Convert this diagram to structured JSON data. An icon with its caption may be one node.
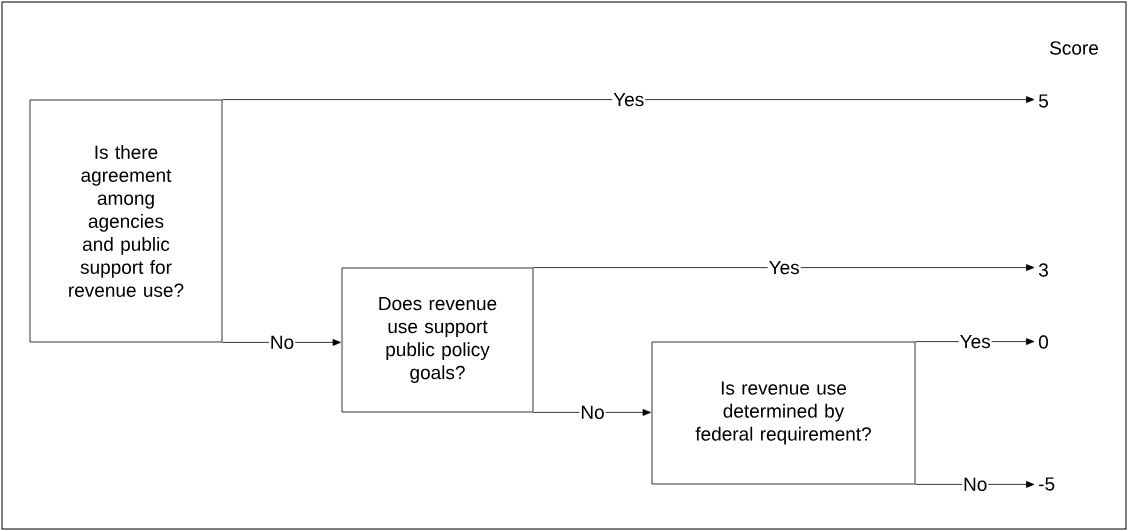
{
  "diagram": {
    "nodes": [
      {
        "text": [
          "Is there agreement among agencies and public support for revenue use?"
        ]
      },
      {
        "text": [
          "Does revenue use support public policy goals?"
        ]
      },
      {
        "text": [
          "Is revenue use determined by federal requirement?"
        ]
      },
      {
        "text": [
          "5"
        ]
      },
      {
        "text": [
          "3"
        ]
      },
      {
        "text": [
          "0"
        ]
      },
      {
        "text": [
          "-5"
        ]
      }
    ],
    "edges": [
      {
        "from": 0,
        "to": 3,
        "arrow": "to",
        "label": "Yes"
      },
      {
        "from": 0,
        "to": 1,
        "arrow": "to",
        "label": "No"
      },
      {
        "from": 1,
        "to": 4,
        "arrow": "to",
        "label": "Yes"
      },
      {
        "from": 1,
        "to": 2,
        "arrow": "to",
        "label": "No"
      },
      {
        "from": 2,
        "to": 5,
        "arrow": "to",
        "label": "Yes"
      },
      {
        "from": 2,
        "to": 6,
        "arrow": "to",
        "label": "No"
      }
    ],
    "labels": [
      "Score"
    ]
  }
}
